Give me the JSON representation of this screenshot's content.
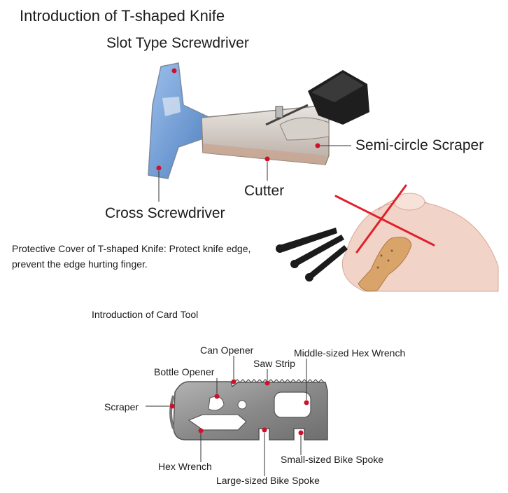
{
  "knife_section": {
    "title": "Introduction of T-shaped Knife",
    "labels": {
      "slot": "Slot Type Screwdriver",
      "scraper": "Semi-circle Scraper",
      "cutter": "Cutter",
      "cross": "Cross Screwdriver"
    },
    "cover_note": "Protective Cover of T-shaped Knife: Protect knife edge, prevent the edge  hurting finger."
  },
  "card_section": {
    "title": "Introduction of Card Tool",
    "labels": {
      "can_opener": "Can Opener",
      "middle_hex": "Middle-sized Hex Wrench",
      "saw_strip": "Saw Strip",
      "bottle_opener": "Bottle Opener",
      "scraper": "Scraper",
      "hex_wrench": "Hex Wrench",
      "small_spoke": "Small-sized Bike Spoke",
      "large_spoke": "Large-sized Bike Spoke"
    }
  },
  "colors": {
    "marker": "#d0102a",
    "text": "#1c1c1c",
    "blade": "#c9c0b8",
    "blue_tint": "#6f9fd8",
    "cap": "#1e1e1e",
    "skin": "#f1d3c7",
    "bandage": "#d8a46a",
    "cross_mark": "#e0202a",
    "card_metal": "#8d8d8d"
  }
}
